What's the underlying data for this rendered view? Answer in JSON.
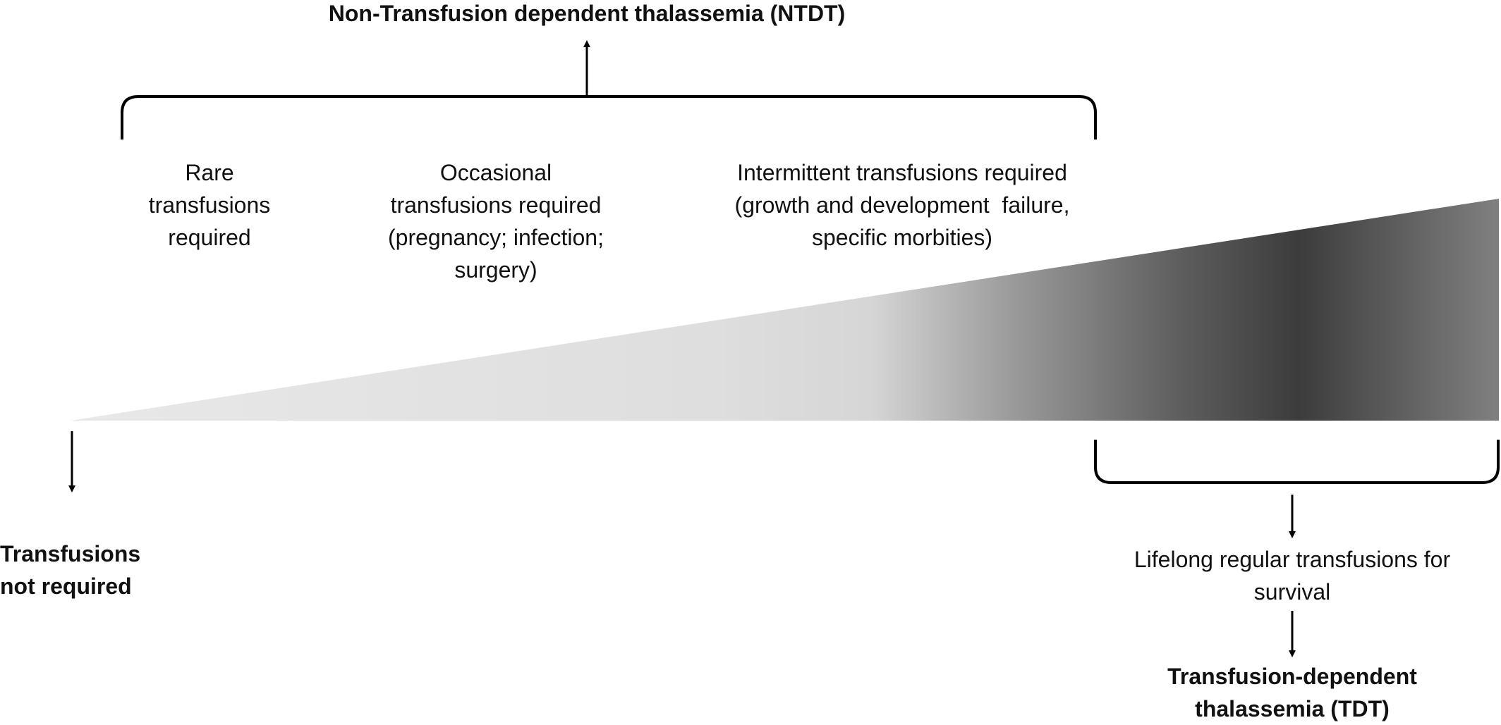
{
  "ntdt": {
    "title": "Non-Transfusion dependent thalassemia (NTDT)"
  },
  "stages": [
    {
      "lines": [
        "Rare",
        "transfusions",
        "required"
      ]
    },
    {
      "lines": [
        "Occasional",
        "transfusions required",
        "(pregnancy; infection;",
        "surgery)"
      ]
    },
    {
      "lines": [
        "Intermittent transfusions required",
        "(growth and development  failure,",
        "specific morbities)"
      ]
    }
  ],
  "start": {
    "lines": [
      "Transfusions",
      "not required"
    ]
  },
  "tdt": {
    "description_lines": [
      "Lifelong regular transfusions for",
      "survival"
    ],
    "title_lines": [
      "Transfusion-dependent",
      "thalassemia (TDT)"
    ]
  },
  "colors": {
    "text": "#111111",
    "lines": "#000000",
    "gradient": [
      "#e8e8e8",
      "#dedede",
      "#d6d6d6",
      "#9a9a9a",
      "#5c5c5c",
      "#3c3c3c",
      "#808080"
    ]
  }
}
